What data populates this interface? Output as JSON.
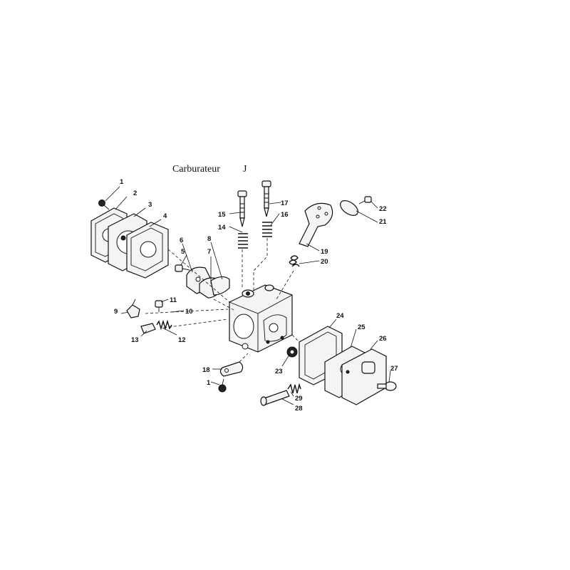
{
  "diagram": {
    "title": "Carburateur",
    "title_suffix": "J",
    "callouts": [
      {
        "id": "c1a",
        "label": "1"
      },
      {
        "id": "c2",
        "label": "2"
      },
      {
        "id": "c3",
        "label": "3"
      },
      {
        "id": "c4",
        "label": "4"
      },
      {
        "id": "c5",
        "label": "5"
      },
      {
        "id": "c6",
        "label": "6"
      },
      {
        "id": "c7",
        "label": "7"
      },
      {
        "id": "c8",
        "label": "8"
      },
      {
        "id": "c9",
        "label": "9"
      },
      {
        "id": "c10",
        "label": "10"
      },
      {
        "id": "c11",
        "label": "11"
      },
      {
        "id": "c12",
        "label": "12"
      },
      {
        "id": "c13",
        "label": "13"
      },
      {
        "id": "c14",
        "label": "14"
      },
      {
        "id": "c15",
        "label": "15"
      },
      {
        "id": "c16",
        "label": "16"
      },
      {
        "id": "c17",
        "label": "17"
      },
      {
        "id": "c18",
        "label": "18"
      },
      {
        "id": "c1b",
        "label": "1"
      },
      {
        "id": "c19",
        "label": "19"
      },
      {
        "id": "c20",
        "label": "20"
      },
      {
        "id": "c21",
        "label": "21"
      },
      {
        "id": "c22",
        "label": "22"
      },
      {
        "id": "c23",
        "label": "23"
      },
      {
        "id": "c24",
        "label": "24"
      },
      {
        "id": "c25",
        "label": "25"
      },
      {
        "id": "c26",
        "label": "26"
      },
      {
        "id": "c27",
        "label": "27"
      },
      {
        "id": "c28",
        "label": "28"
      },
      {
        "id": "c29",
        "label": "29"
      }
    ]
  }
}
